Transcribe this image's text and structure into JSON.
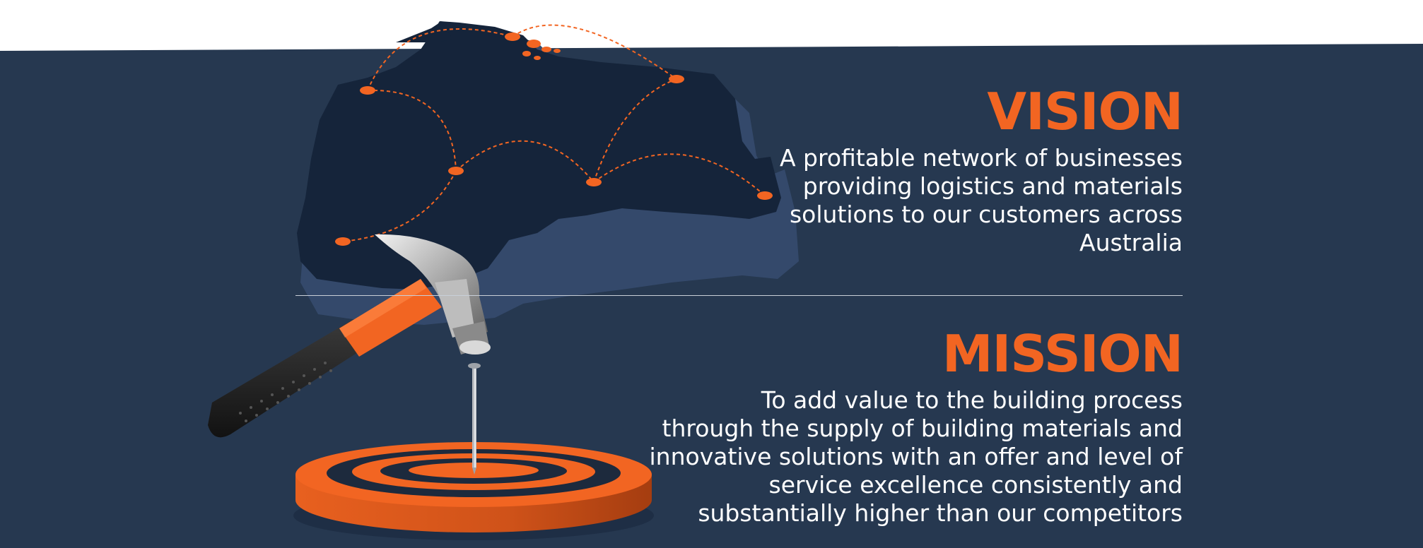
{
  "colors": {
    "background_navy": "#263850",
    "map_dark": "#15243a",
    "map_shadow": "#34496b",
    "accent_orange": "#f26522",
    "text_white": "#ffffff"
  },
  "illustration": {
    "map_icon": "australia-map-icon",
    "hammer_icon": "hammer-icon",
    "nail_icon": "nail-icon",
    "target_icon": "target-icon"
  },
  "vision": {
    "heading": "VISION",
    "text": "A profitable network of businesses\nproviding logistics and materials\nsolutions to our customers across\nAustralia"
  },
  "mission": {
    "heading": "MISSION",
    "text": "To add value to the building process\nthrough the supply of building materials and\ninnovative solutions with an offer and level of\nservice excellence consistently and\nsubstantially higher than our competitors"
  }
}
